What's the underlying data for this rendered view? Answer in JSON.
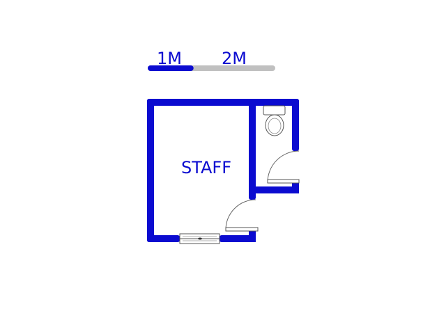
{
  "scale_bar": {
    "label_1": "1M",
    "label_2": "2M",
    "filled_fraction": 0.33
  },
  "rooms": {
    "staff_label": "STAFF"
  },
  "colors": {
    "wall": "#0b0bd0",
    "scale_filled": "#0b0bd0",
    "scale_empty": "#c0c0c0",
    "fixture_stroke": "#555555"
  },
  "fixtures": {
    "toilet": "toilet-icon",
    "window": "window-icon",
    "door": "door-icon"
  }
}
